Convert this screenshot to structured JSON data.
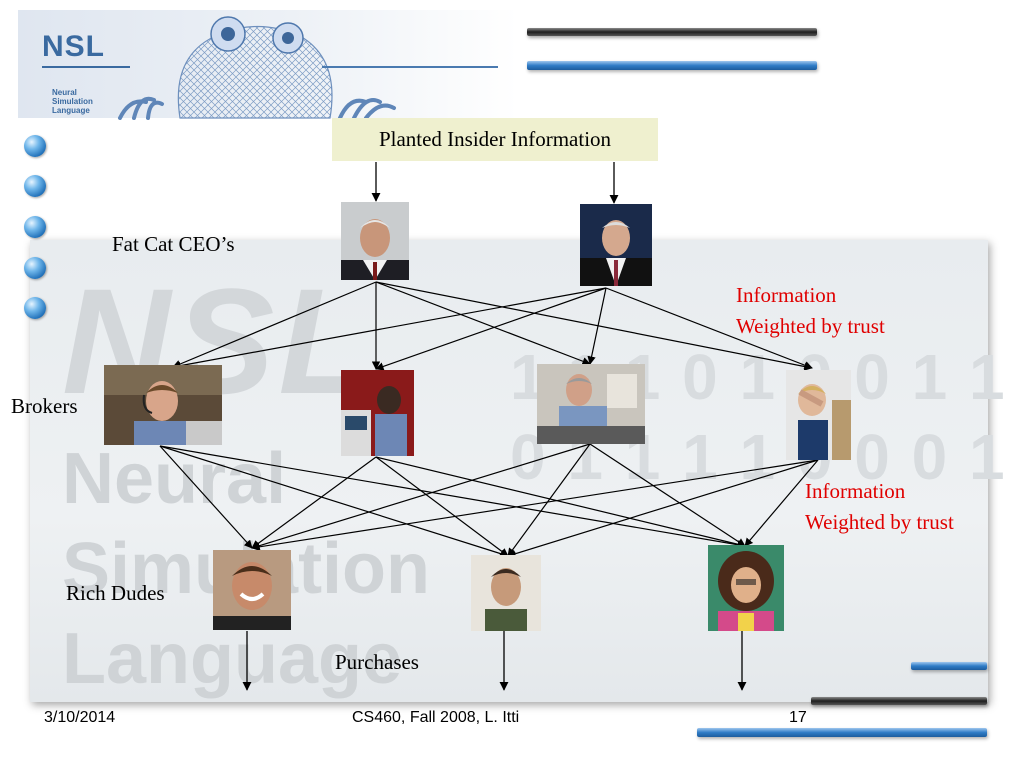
{
  "header": {
    "logo_title": "NSL",
    "logo_subtitle_lines": [
      "Neural",
      "Simulation",
      "Language"
    ]
  },
  "watermark": {
    "logo": "NSL",
    "words": [
      "Neural",
      "Simulation",
      "Language"
    ],
    "digits": [
      "1 1 1 0 1 0 0 1 1",
      "0 1 1 1 1 0 0 0 1"
    ]
  },
  "diagram": {
    "title": "Planted Insider Information",
    "layers": {
      "ceos": "Fat Cat CEO’s",
      "brokers": "Brokers",
      "rich": "Rich Dudes",
      "output": "Purchases"
    },
    "annotations": [
      [
        "Information",
        "Weighted by trust"
      ],
      [
        "Information",
        "Weighted by trust"
      ]
    ],
    "colors": {
      "annotation": "#e00000",
      "title_box": "#eff0cf",
      "accent_blue": "#2f7cc6"
    }
  },
  "footer": {
    "date": "3/10/2014",
    "course": "CS460, Fall 2008, L. Itti",
    "page": "17"
  },
  "icons": [
    "bullet-orb-icon",
    "frog-mascot-icon"
  ]
}
